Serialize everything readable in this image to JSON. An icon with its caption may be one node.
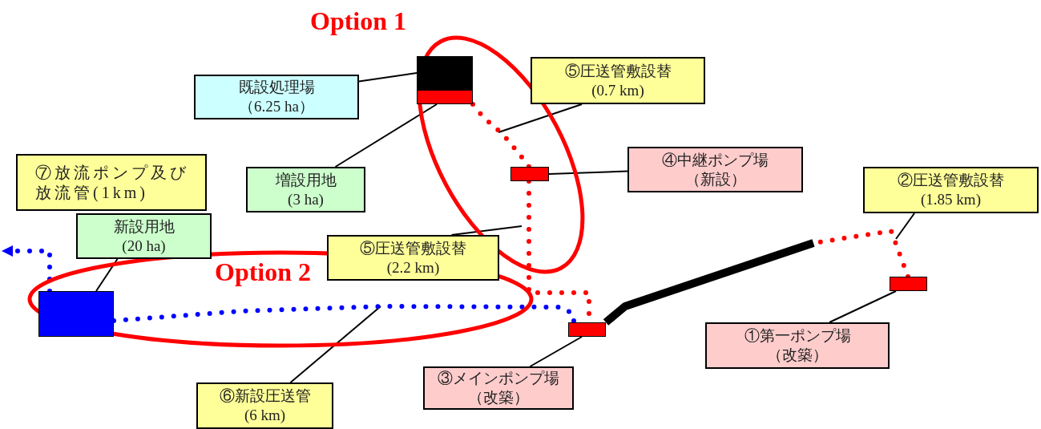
{
  "diagram": {
    "nodes": [
      {
        "text": [],
        "shape": "box",
        "in": 17
      },
      {
        "text": [],
        "shape": "box",
        "in": 17
      },
      {
        "text": [],
        "shape": "box",
        "in": 17
      },
      {
        "text": [],
        "shape": "box"
      },
      {
        "text": [],
        "shape": "box"
      },
      {
        "text": [],
        "shape": "box",
        "in": 18
      },
      {
        "text": [
          "既設処理場（6.25 ha）"
        ]
      },
      {
        "text": [
          "増設用地 (3 ha)"
        ]
      },
      {
        "text": [
          "⑤圧送管敷設替 (0.7 km)"
        ]
      },
      {
        "text": [
          "④中継ポンプ場（新設）"
        ]
      },
      {
        "text": [
          "②圧送管敷設替 (1.85 km)"
        ]
      },
      {
        "text": [
          "①第一ポンプ場（改築）"
        ]
      },
      {
        "text": [
          "⑦放流ポンプ及び放流管(1km)"
        ]
      },
      {
        "text": [
          "新設用地 (20 ha)"
        ]
      },
      {
        "text": [
          "⑤圧送管敷設替 (2.2 km)"
        ]
      },
      {
        "text": [
          "⑥新設圧送管 (6 km)"
        ]
      },
      {
        "text": [
          "③メインポンプ場（改築）"
        ]
      },
      {
        "text": [
          "Option 1"
        ]
      },
      {
        "text": [
          "Option 2"
        ]
      }
    ],
    "edges": [
      {
        "from": 6,
        "to": 0,
        "arrow": "none"
      },
      {
        "from": 7,
        "to": 1,
        "arrow": "none"
      },
      {
        "from": 8,
        "to": null,
        "arrow": "none"
      },
      {
        "from": 9,
        "to": 2,
        "arrow": "none"
      },
      {
        "from": 10,
        "to": null,
        "arrow": "none"
      },
      {
        "from": 11,
        "to": 4,
        "arrow": "none"
      },
      {
        "from": 13,
        "to": 5,
        "arrow": "none"
      },
      {
        "from": 14,
        "to": null,
        "arrow": "none"
      },
      {
        "from": 15,
        "to": null,
        "arrow": "none"
      },
      {
        "from": 16,
        "to": 3,
        "arrow": "none"
      },
      {
        "from": 1,
        "to": 2,
        "arrow": "none",
        "style": "dashed",
        "color": "#ff0000"
      },
      {
        "from": 2,
        "to": 3,
        "arrow": "none",
        "style": "dashed",
        "color": "#ff0000"
      },
      {
        "from": 3,
        "to": null,
        "arrow": "none",
        "style": "thick",
        "color": "#000000"
      },
      {
        "from": 4,
        "to": null,
        "arrow": "none",
        "style": "dashed",
        "color": "#ff0000"
      },
      {
        "from": 5,
        "to": 3,
        "arrow": "none",
        "style": "dashed",
        "color": "#0000ff"
      },
      {
        "from": 5,
        "to": null,
        "arrow": "to",
        "style": "dashed",
        "color": "#0000ff"
      }
    ]
  }
}
